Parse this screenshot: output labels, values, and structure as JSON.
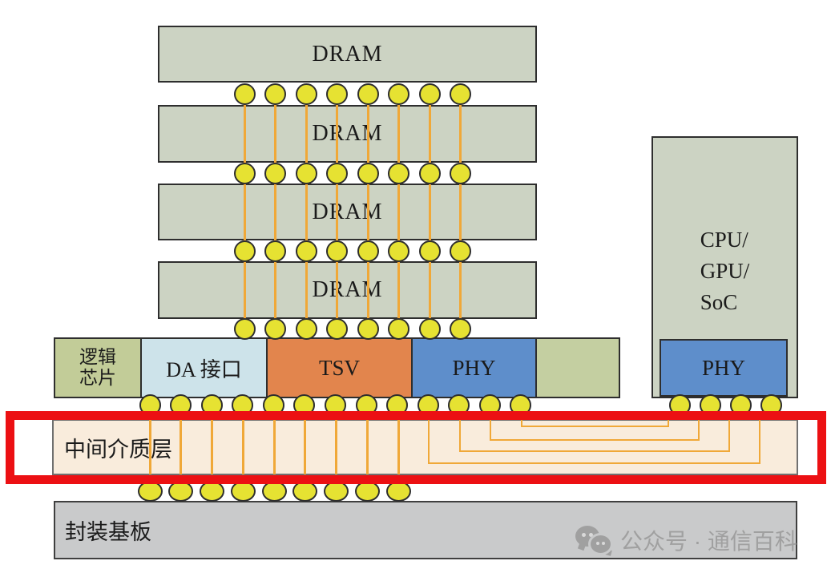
{
  "dram_stack": {
    "label": "DRAM",
    "count": 4
  },
  "logic_die": {
    "logic_chip_line1": "逻辑",
    "logic_chip_line2": "芯片",
    "da_interface": "DA 接口",
    "tsv": "TSV",
    "phy": "PHY"
  },
  "processor": {
    "line1": "CPU/",
    "line2": "GPU/",
    "line3": "SoC",
    "phy": "PHY"
  },
  "interposer": {
    "label": "中间介质层"
  },
  "substrate": {
    "label": "封装基板"
  },
  "watermark": {
    "icon": "wechat-icon",
    "text": "公众号 · 通信百科"
  },
  "bumps": {
    "dram_gap_rows": 4,
    "per_dram_row": 8,
    "under_logic_die": 13,
    "under_processor_phy": 4,
    "under_interposer": 9
  },
  "traces": {
    "tsv_columns": 8,
    "interposer_vias": 9,
    "phy_interconnect_pairs": 4
  },
  "colors": {
    "dram_fill": "#ccd3c3",
    "logic_green": "#c2cc98",
    "da_blue": "#cde3ea",
    "tsv_orange": "#e2854d",
    "phy_blue": "#5e8ecb",
    "spare_green": "#c4cfa1",
    "bump_yellow": "#e6e232",
    "trace_orange": "#f0a838",
    "interposer_fill": "#f9ecdc",
    "substrate_gray": "#c9cacb",
    "highlight_red": "#ec1013",
    "watermark_gray": "#a0a0a0"
  }
}
